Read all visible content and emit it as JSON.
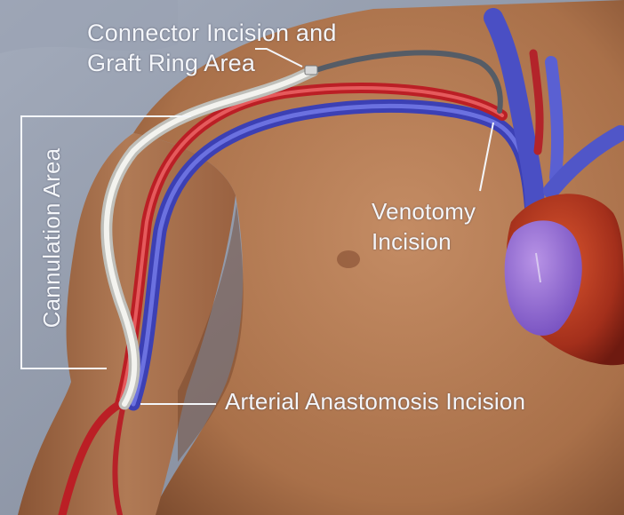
{
  "labels": {
    "connector_line1": "Connector Incision and",
    "connector_line2": "Graft Ring Area",
    "cannulation": "Cannulation Area",
    "venotomy_line1": "Venotomy",
    "venotomy_line2": "Incision",
    "arterial": "Arterial Anastomosis Incision"
  },
  "colors": {
    "background": "#8d96a8",
    "skin": "#b07a55",
    "artery": "#c8242a",
    "vein": "#4d52c6",
    "graft": "#e4e4e0",
    "heart": "#b23a22",
    "label_text": "#f4f6fa"
  }
}
